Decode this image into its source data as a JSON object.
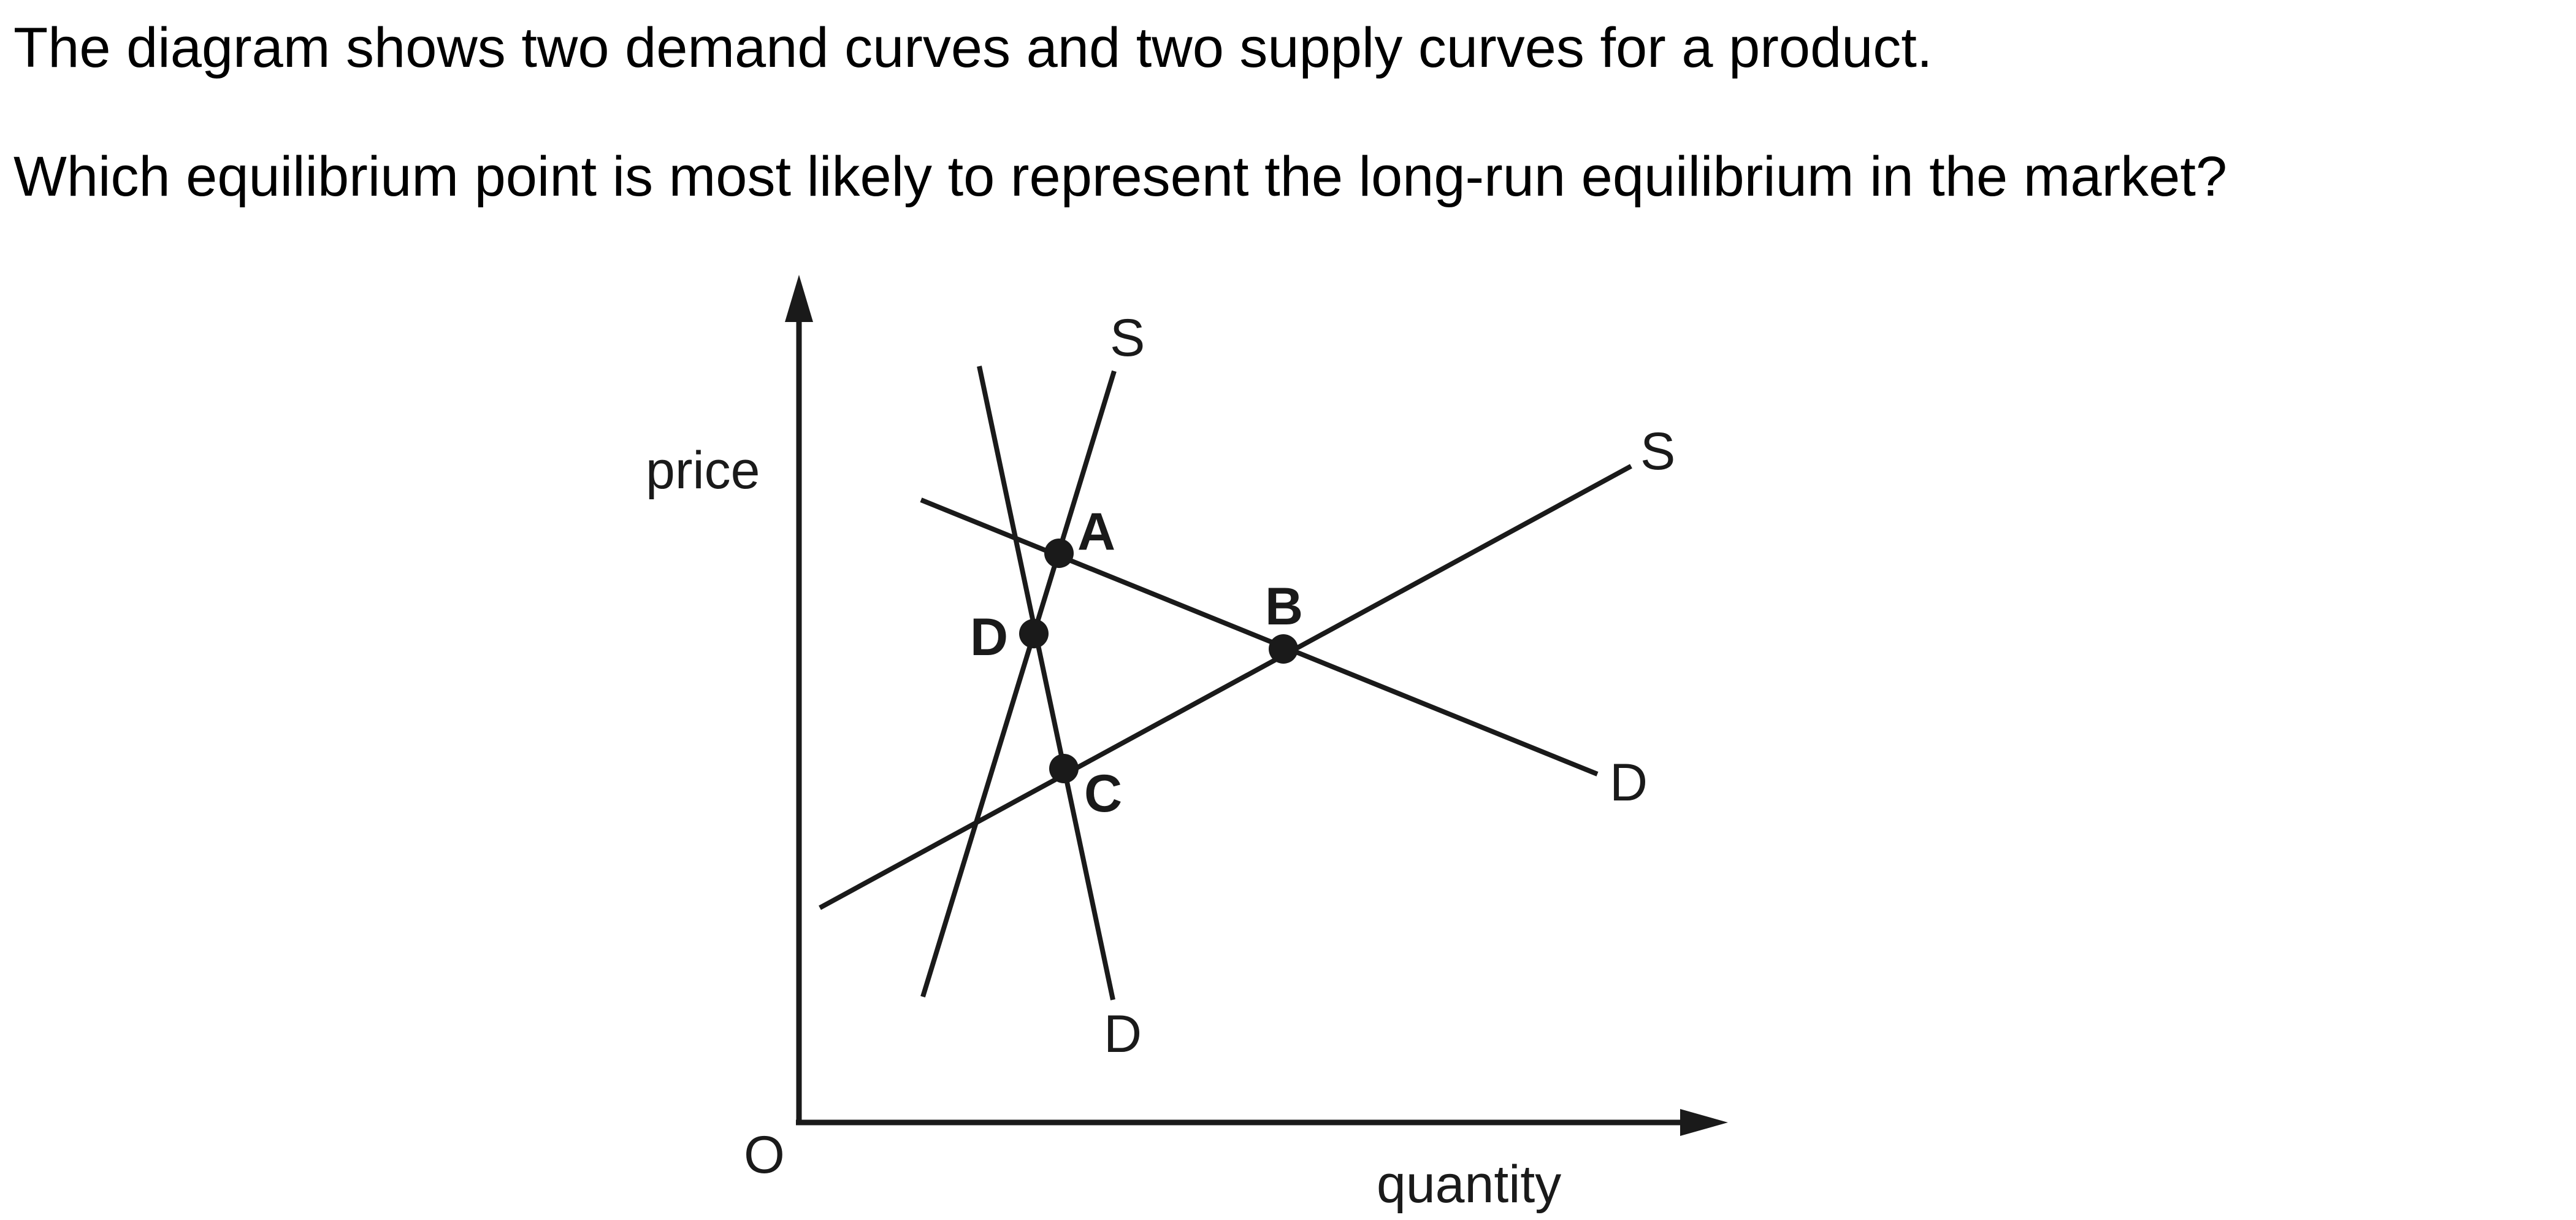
{
  "question": {
    "line1": "The diagram shows two demand curves and two supply curves for a product.",
    "line2": "Which equilibrium point is most likely to represent the long-run equilibrium in the market?"
  },
  "diagram": {
    "y_axis_label": "price",
    "x_axis_label": "quantity",
    "origin_label": "O",
    "curves": {
      "steep_supply": "S",
      "flat_supply": "S",
      "flat_demand": "D",
      "steep_demand": "D"
    },
    "points": {
      "A": "A",
      "B": "B",
      "C": "C",
      "D": "D"
    }
  }
}
